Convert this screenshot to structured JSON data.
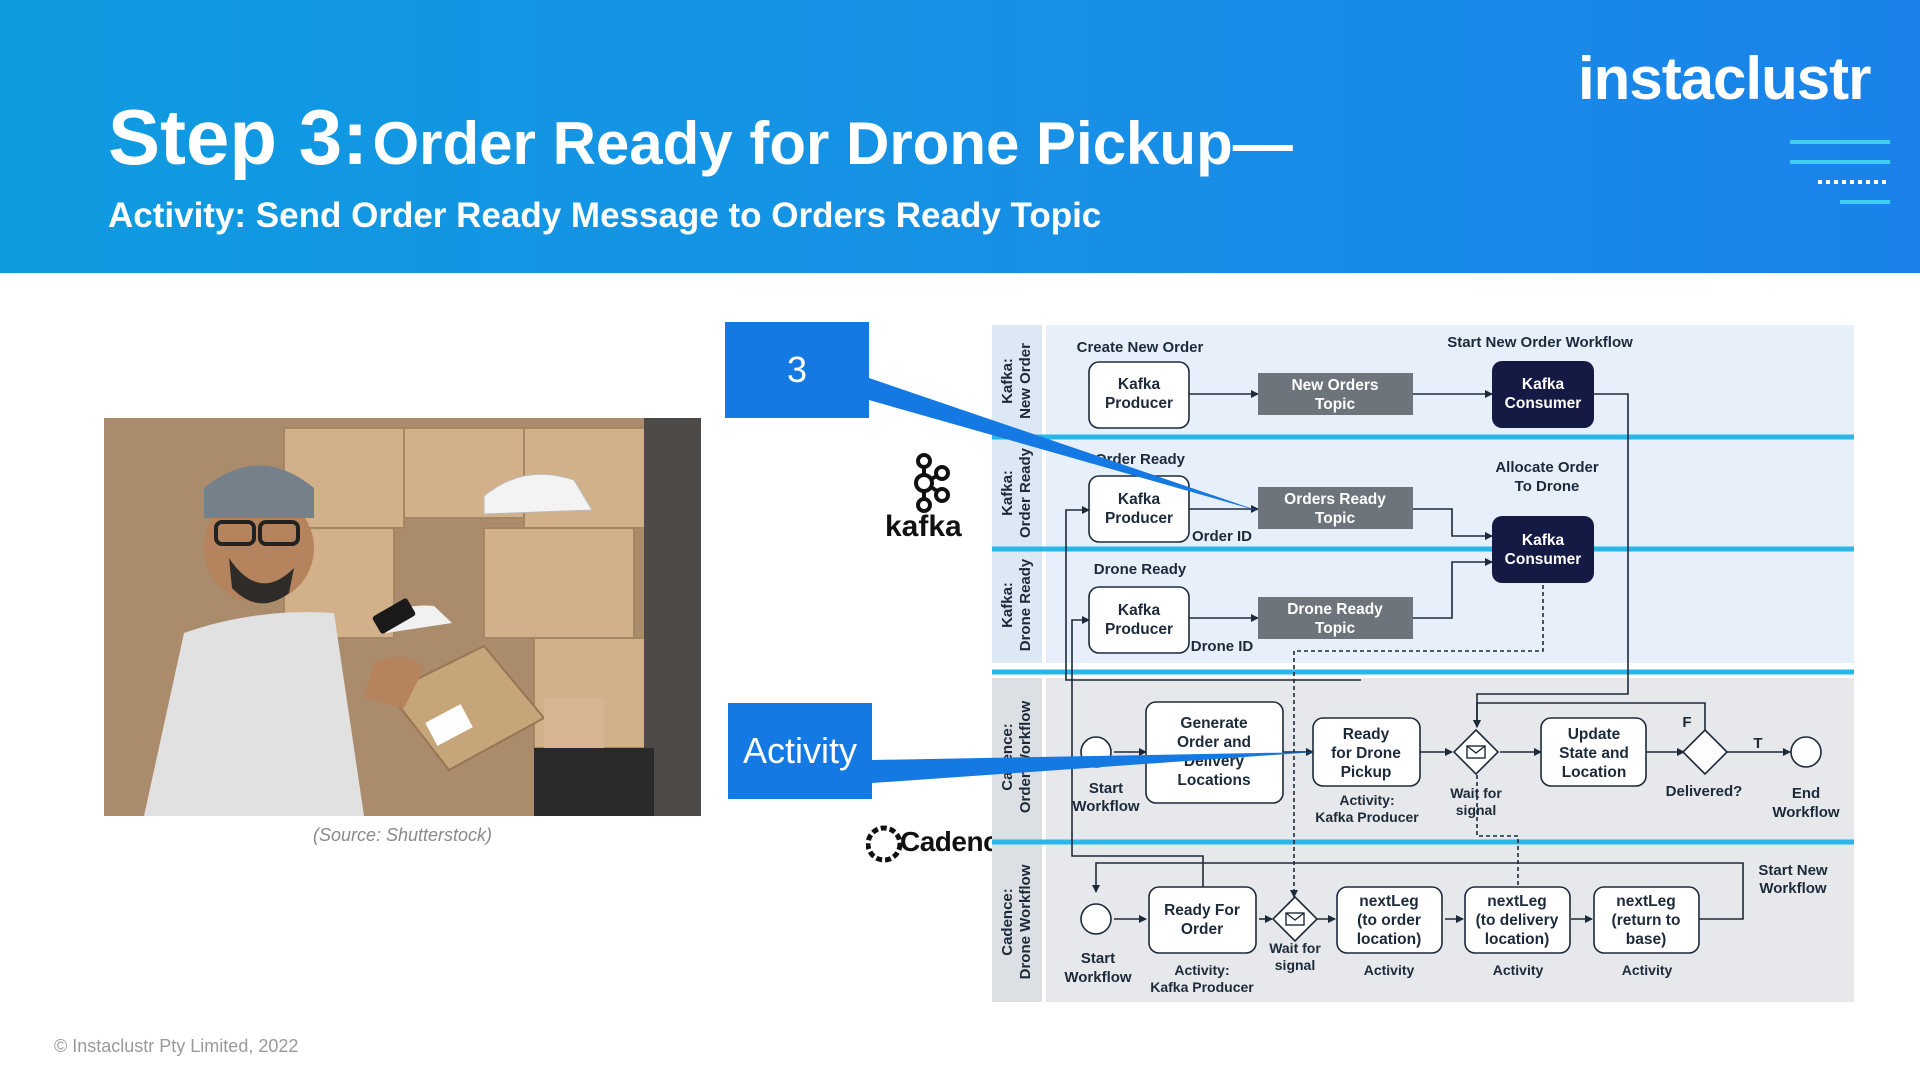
{
  "header": {
    "title_step": "Step 3:",
    "title_rest": "Order Ready for Drone Pickup—",
    "subtitle": "Activity: Send Order Ready Message to Orders Ready Topic",
    "logo_text": "instaclustr"
  },
  "photo": {
    "caption": "(Source: Shutterstock)"
  },
  "footer": {
    "copyright": "© Instaclustr Pty Limited, 2022"
  },
  "callouts": {
    "step": "3",
    "activity": "Activity"
  },
  "logos": {
    "kafka": "kafka",
    "cadence": "Cadence"
  },
  "colors": {
    "header_blue": "#1790e6",
    "callout_blue": "#1479e3",
    "lane_divider": "#27b7e8",
    "dark_node": "#151a44",
    "gray_node": "#6e747b",
    "kafka_lane_bg": "#e7f0fa",
    "cadence_lane_bg": "#e6e8eb"
  },
  "diagram": {
    "lanes": {
      "new_order": [
        "Kafka:",
        "New Order"
      ],
      "order_ready": [
        "Kafka:",
        "Order Ready"
      ],
      "drone_ready": [
        "Kafka:",
        "Drone Ready"
      ],
      "order_workflow": [
        "Cadence:",
        "Order Workflow"
      ],
      "drone_workflow": [
        "Cadence:",
        "Drone Workflow"
      ]
    },
    "labels": {
      "create_new_order": "Create New Order",
      "start_new_order_workflow": "Start New Order Workflow",
      "order_ready": "Order Ready",
      "allocate_order": [
        "Allocate Order",
        "To Drone"
      ],
      "order_id": "Order ID",
      "drone_ready": "Drone Ready",
      "drone_id": "Drone ID",
      "start_workflow": [
        "Start",
        "Workflow"
      ],
      "activity_kafka_producer": [
        "Activity:",
        "Kafka Producer"
      ],
      "wait_for_signal": [
        "Wait for",
        "signal"
      ],
      "delivered": "Delivered?",
      "f": "F",
      "t": "T",
      "end_workflow": [
        "End",
        "Workflow"
      ],
      "start_new_workflow": [
        "Start New",
        "Workflow"
      ],
      "activity": "Activity"
    },
    "nodes": {
      "kafka_producer_1": [
        "Kafka",
        "Producer"
      ],
      "new_orders_topic": [
        "New Orders",
        "Topic"
      ],
      "kafka_consumer_1": [
        "Kafka",
        "Consumer"
      ],
      "kafka_producer_2": [
        "Kafka",
        "Producer"
      ],
      "orders_ready_topic": [
        "Orders Ready",
        "Topic"
      ],
      "kafka_consumer_2": [
        "Kafka",
        "Consumer"
      ],
      "kafka_producer_3": [
        "Kafka",
        "Producer"
      ],
      "drone_ready_topic": [
        "Drone Ready",
        "Topic"
      ],
      "generate_locations": [
        "Generate",
        "Order and",
        "Delivery",
        "Locations"
      ],
      "ready_for_pickup": [
        "Ready",
        "for Drone",
        "Pickup"
      ],
      "update_state": [
        "Update",
        "State and",
        "Location"
      ],
      "ready_for_order": [
        "Ready For",
        "Order"
      ],
      "next_leg_order": [
        "nextLeg",
        "(to order",
        "location)"
      ],
      "next_leg_delivery": [
        "nextLeg",
        "(to delivery",
        "location)"
      ],
      "next_leg_base": [
        "nextLeg",
        "(return to",
        "base)"
      ]
    }
  }
}
